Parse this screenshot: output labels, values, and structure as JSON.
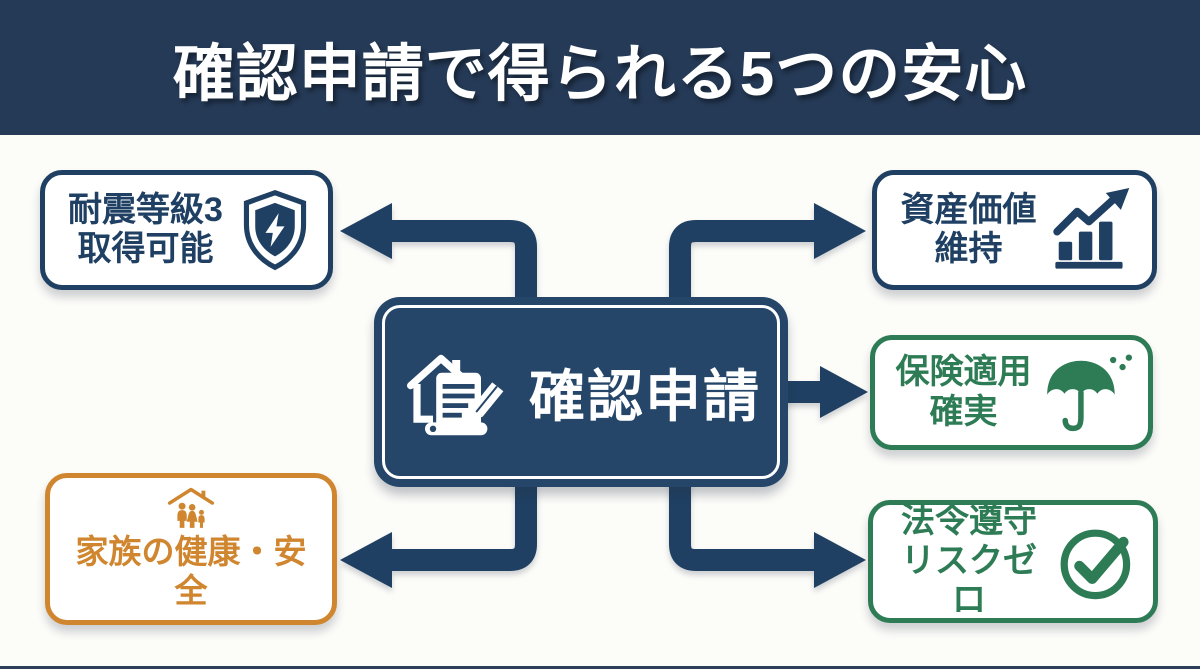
{
  "title": "確認申請で得られる5つの安心",
  "center": {
    "label": "確認申請",
    "icon": "house-document-pencil-icon"
  },
  "benefits": [
    {
      "id": "seismic",
      "position": "top-left",
      "line1": "耐震等級3",
      "line2": "取得可能",
      "icon": "shield-bolt-icon",
      "accent": "#1f4063"
    },
    {
      "id": "asset-value",
      "position": "top-right",
      "line1": "資産価値",
      "line2": "維持",
      "icon": "chart-up-icon",
      "accent": "#1f4063"
    },
    {
      "id": "insurance",
      "position": "middle-right",
      "line1": "保険適用",
      "line2": "確実",
      "icon": "umbrella-rain-icon",
      "accent": "#2e7c55"
    },
    {
      "id": "family-safety",
      "position": "bottom-left",
      "line1": "家族の健康・安全",
      "line2": "",
      "icon": "family-under-roof-icon",
      "accent": "#d0862f"
    },
    {
      "id": "compliance",
      "position": "bottom-right",
      "line1": "法令遵守",
      "line2": "リスクゼロ",
      "icon": "check-circle-icon",
      "accent": "#2e7c55"
    }
  ],
  "colors": {
    "banner_navy": "#253a57",
    "accent_navy": "#1f4063",
    "center_fill": "#254569",
    "green": "#2e7c55",
    "orange": "#d0862f",
    "background": "#fcfcf9",
    "card_fill": "#ffffff"
  }
}
